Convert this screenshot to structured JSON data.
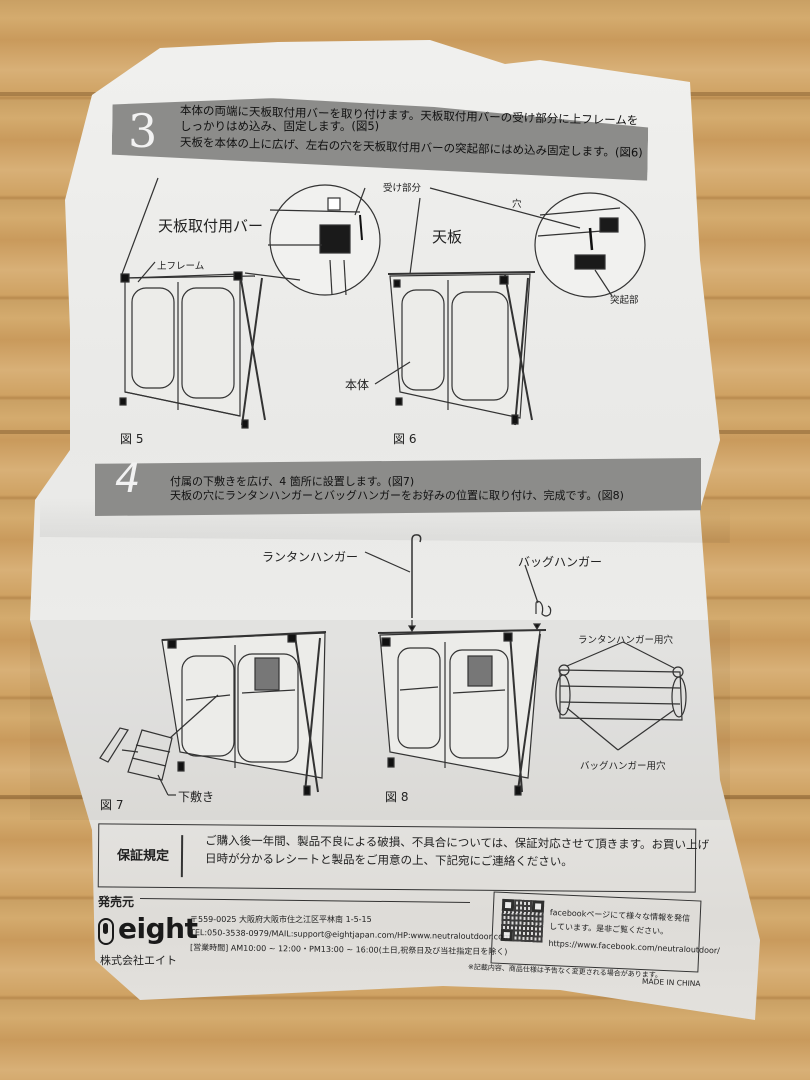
{
  "document": {
    "type": "assembly-instruction-sheet",
    "background": "wooden table",
    "colors": {
      "band": "#8c8c8a",
      "paper": "#ececea",
      "ink": "#1a1a1a",
      "wood": "#cfa466"
    }
  },
  "step3": {
    "number": "3",
    "lines": [
      "本体の両端に天板取付用バーを取り付けます。天板取付用バーの受け部分に上フレームを",
      "しっかりはめ込み、固定します。(図5)",
      "天板を本体の上に広げ、左右の穴を天板取付用バーの突起部にはめ込み固定します。(図6)"
    ]
  },
  "figure5": {
    "caption": "図 5",
    "labels": {
      "bar": "天板取付用バー",
      "upper_frame": "上フレーム",
      "receiver": "受け部分"
    }
  },
  "figure6": {
    "caption": "図 6",
    "labels": {
      "top_board": "天板",
      "body": "本体",
      "hole": "穴",
      "protrusion": "突起部"
    }
  },
  "step4": {
    "number": "4",
    "lines": [
      "付属の下敷きを広げ、4 箇所に設置します。(図7)",
      "天板の穴にランタンハンガーとバッグハンガーをお好みの位置に取り付け、完成です。(図8)"
    ]
  },
  "figure7": {
    "caption": "図 7",
    "labels": {
      "mat": "下敷き"
    }
  },
  "figure8": {
    "caption": "図 8",
    "labels": {
      "lantern_hanger": "ランタンハンガー",
      "bag_hanger": "バッグハンガー",
      "lantern_hole": "ランタンハンガー用穴",
      "bag_hole": "バッグハンガー用穴"
    }
  },
  "warranty": {
    "title": "保証規定",
    "lines": [
      "ご購入後一年間、製品不良による破損、不具合については、保証対応させて頂きます。お買い上げ",
      "日時が分かるレシートと製品をご用意の上、下記宛にご連絡ください。"
    ]
  },
  "seller": {
    "heading": "発売元",
    "logo_text": "eight",
    "company": "株式会社エイト",
    "address": "〒559-0025 大阪府大阪市住之江区平林南 1-5-15",
    "contact": "TEL:050-3538-0979/MAIL:support@eightjapan.com/HP:www.neutraloutdoor.com",
    "hours": "[営業時間] AM10:00 ~ 12:00・PM13:00 ~ 16:00(土日,祝祭日及び当社指定日を除く)"
  },
  "facebook": {
    "icon": "qr-code-icon",
    "line1": "facebookページにて様々な情報を発信",
    "line2": "しています。是非ご覧ください。",
    "url": "https://www.facebook.com/neutraloutdoor/"
  },
  "footer": {
    "note": "※記載内容、商品仕様は予告なく変更される場合があります。",
    "origin": "MADE IN CHINA"
  }
}
